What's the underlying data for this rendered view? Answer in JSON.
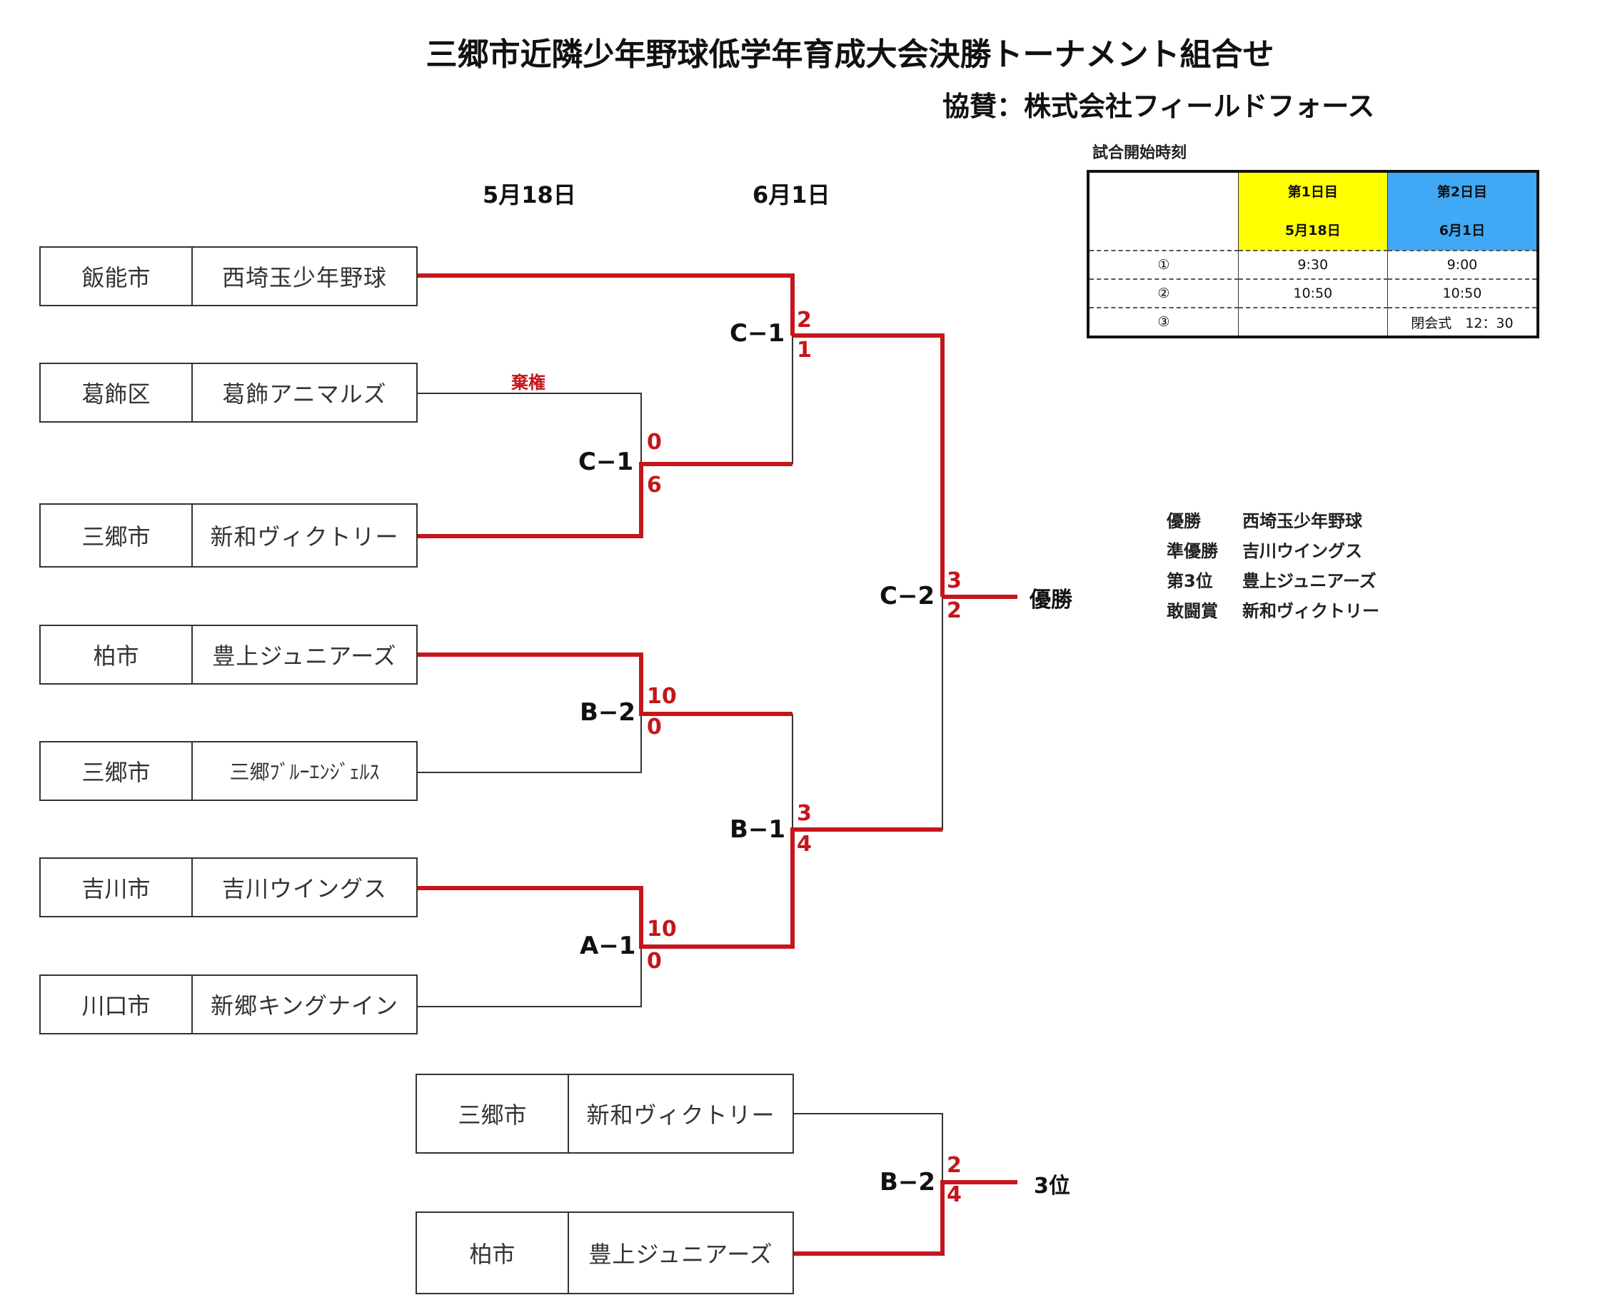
{
  "title": "三郷市近隣少年野球低学年育成大会決勝トーナメント組合せ",
  "sponsor": "協賛：株式会社フィールドフォース",
  "dates": {
    "day1": "5月18日",
    "day2": "6月1日"
  },
  "teams": [
    {
      "city": "飯能市",
      "name": "西埼玉少年野球"
    },
    {
      "city": "葛飾区",
      "name": "葛飾アニマルズ"
    },
    {
      "city": "三郷市",
      "name": "新和ヴィクトリー"
    },
    {
      "city": "柏市",
      "name": "豊上ジュニアーズ"
    },
    {
      "city": "三郷市",
      "name": "三郷ﾌﾞﾙｰｴﾝｼﾞｪﾙｽ"
    },
    {
      "city": "吉川市",
      "name": "吉川ウイングス"
    },
    {
      "city": "川口市",
      "name": "新郷キングナイン"
    }
  ],
  "third_place_teams": [
    {
      "city": "三郷市",
      "name": "新和ヴィクトリー"
    },
    {
      "city": "柏市",
      "name": "豊上ジュニアーズ"
    }
  ],
  "matches": {
    "r1_c1": {
      "label": "C−1",
      "top_score": "0",
      "bottom_score": "6",
      "note": "棄権"
    },
    "r1_b2": {
      "label": "B−2",
      "top_score": "10",
      "bottom_score": "0"
    },
    "r1_a1": {
      "label": "A−1",
      "top_score": "10",
      "bottom_score": "0"
    },
    "sf_c1": {
      "label": "C−1",
      "top_score": "2",
      "bottom_score": "1"
    },
    "sf_b1": {
      "label": "B−1",
      "top_score": "3",
      "bottom_score": "4"
    },
    "final_c2": {
      "label": "C−2",
      "top_score": "3",
      "bottom_score": "2",
      "result": "優勝"
    },
    "third_b2": {
      "label": "B−2",
      "top_score": "2",
      "bottom_score": "4",
      "result": "3位"
    }
  },
  "schedule": {
    "title": "試合開始時刻",
    "day1_label": "第1日目",
    "day1_date": "5月18日",
    "day2_label": "第2日目",
    "day2_date": "6月1日",
    "rows": [
      {
        "slot": "①",
        "day1": "9:30",
        "day2": "9:00"
      },
      {
        "slot": "②",
        "day1": "10:50",
        "day2": "10:50"
      },
      {
        "slot": "③",
        "day1": "",
        "day2": "閉会式　12：30"
      }
    ],
    "day1_color": "#ffff00",
    "day2_color": "#3fa9f5"
  },
  "awards": [
    {
      "label": "優勝",
      "team": "西埼玉少年野球"
    },
    {
      "label": "準優勝",
      "team": "吉川ウイングス"
    },
    {
      "label": "第3位",
      "team": "豊上ジュニアーズ"
    },
    {
      "label": "敢闘賞",
      "team": "新和ヴィクトリー"
    }
  ],
  "colors": {
    "winner_line": "#c4161c",
    "loser_line": "#333333"
  }
}
